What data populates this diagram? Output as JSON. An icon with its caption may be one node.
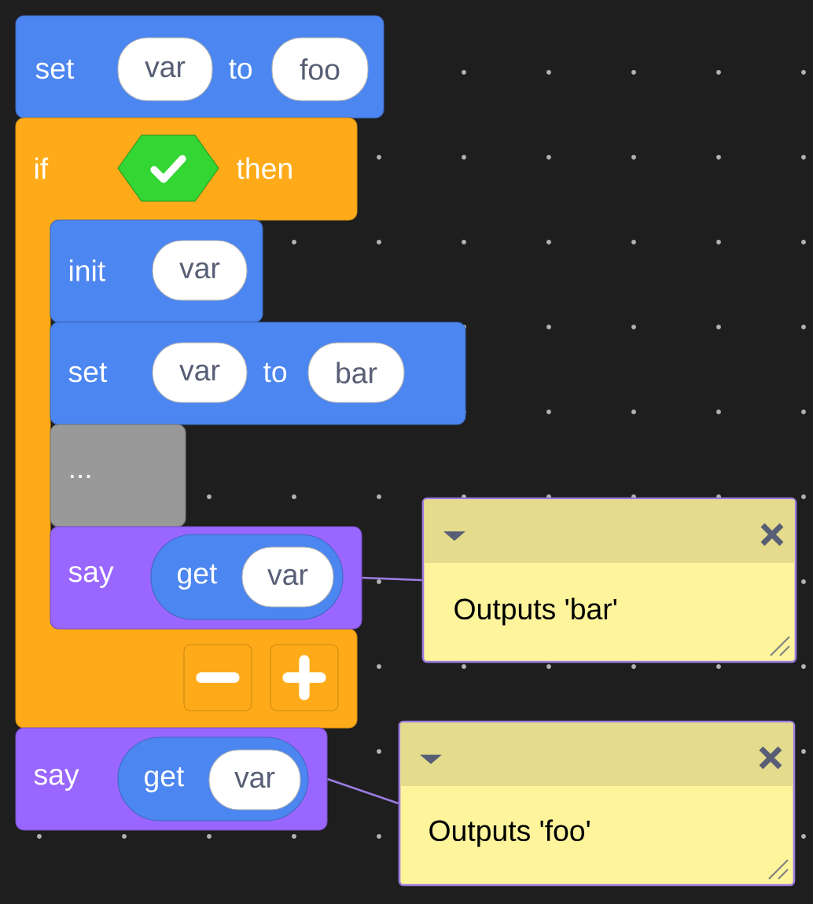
{
  "diagram": {
    "nodes": [
      {
        "text": [
          "set",
          "to"
        ]
      },
      {
        "text": [
          "var"
        ],
        "in": 0
      },
      {
        "text": [
          "foo"
        ],
        "in": 0
      },
      {
        "text": [
          "if",
          "then"
        ]
      },
      {
        "text": [],
        "shape": "hexagon",
        "in": 3
      },
      {
        "text": [
          "init"
        ],
        "in": 3
      },
      {
        "text": [
          "var"
        ],
        "in": 5
      },
      {
        "text": [
          "set",
          "to"
        ]
      },
      {
        "text": [
          "var"
        ],
        "in": 7
      },
      {
        "text": [
          "bar"
        ],
        "in": 7
      },
      {
        "text": [
          "..."
        ],
        "in": 3
      },
      {
        "text": [
          "say"
        ],
        "in": 3
      },
      {
        "text": [
          "get"
        ],
        "in": 11
      },
      {
        "text": [
          "var"
        ],
        "in": 12
      },
      {
        "text": [
          "Outputs 'bar'"
        ]
      },
      {
        "text": [
          "say"
        ]
      },
      {
        "text": [
          "get"
        ],
        "in": 15
      },
      {
        "text": [
          "var"
        ],
        "in": 16
      },
      {
        "text": [
          "Outputs 'foo'"
        ]
      }
    ],
    "edges": [
      {
        "from": 11,
        "to": 14,
        "arrow": "none"
      },
      {
        "from": 15,
        "to": 18,
        "arrow": "none"
      }
    ]
  }
}
